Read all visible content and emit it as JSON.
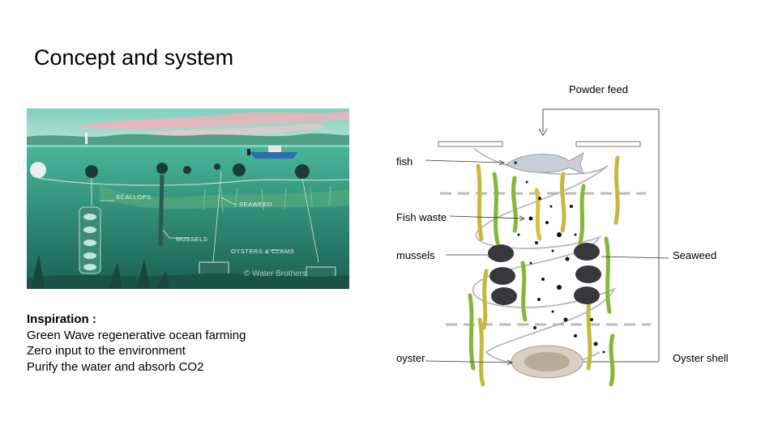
{
  "slide": {
    "title": "Concept and system"
  },
  "illustration": {
    "labels": {
      "scallops": "SCALLOPS",
      "seaweed": "SEAWEED",
      "mussels": "MUSSELS",
      "oysters": "OYSTERS & CLAMS"
    },
    "credit": "© Water Brothers"
  },
  "inspiration": {
    "heading": "Inspiration :",
    "lines": [
      "Green Wave regenerative ocean farming",
      "Zero input to the environment",
      "Purify the water and absorb CO2"
    ]
  },
  "system": {
    "powder_feed": "Powder feed",
    "left_labels": [
      "fish",
      "Fish waste",
      "mussels",
      "oyster"
    ],
    "right_labels": [
      "Seaweed",
      "Oyster shell"
    ]
  },
  "colors": {
    "sky_top": "#8fd4c4",
    "water_surface": "#3fae96",
    "water_deep": "#1f6f5f",
    "cloud_pink": "#f2a9b4",
    "seaweed_green": "#7fb53a",
    "seaweed_yellow": "#d2c43a",
    "mussel": "#3a3a3e"
  }
}
